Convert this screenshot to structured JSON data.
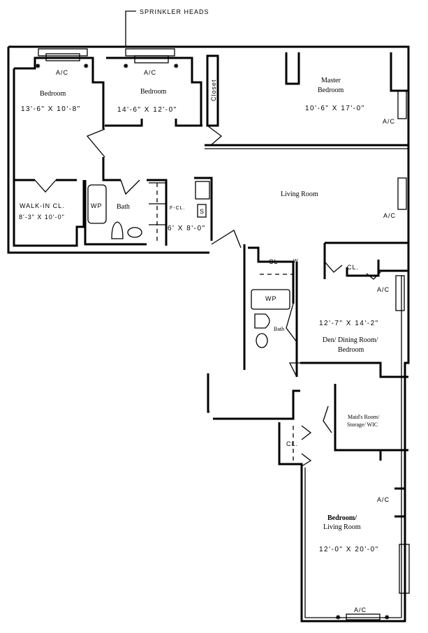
{
  "callout": {
    "sprinkler": "SPRINKLER HEADS"
  },
  "rooms": {
    "bedroom1": {
      "name": "Bedroom",
      "dims": "13'-6\" X 10'-8\""
    },
    "bedroom2": {
      "name": "Bedroom",
      "dims": "14'-6\" X 12'-0\""
    },
    "closet": {
      "name": "Closet"
    },
    "master": {
      "name_line1": "Master",
      "name_line2": "Bedroom",
      "dims": "10'-6\" X 17'-0\""
    },
    "living": {
      "name": "Living Room"
    },
    "walkin": {
      "name": "WALK-IN CL.",
      "dims": "8'-3\" X 10'-0\""
    },
    "bath1": {
      "name": "Bath",
      "tub": "WP"
    },
    "fcl": {
      "name": "F-CL.",
      "dims": "6' X 8'-0\"",
      "sink": "S"
    },
    "cl_w": {
      "name": "CL",
      "w": "W"
    },
    "cl2": {
      "name": "CL."
    },
    "bath2": {
      "name": "Bath",
      "tub": "WP"
    },
    "den": {
      "dims": "12'-7\" X 14'-2\"",
      "name_line1": "Den/ Dining Room/",
      "name_line2": "Bedroom"
    },
    "maid": {
      "name_line1": "Maid's Room/",
      "name_line2": "Storage/ WIC"
    },
    "cl3": {
      "name": "CL."
    },
    "bedroom_living": {
      "name_line1": "Bedroom/",
      "name_line2": "Living Room",
      "dims": "12'-0\" X 20'-0\""
    }
  },
  "ac_label": "A/C"
}
